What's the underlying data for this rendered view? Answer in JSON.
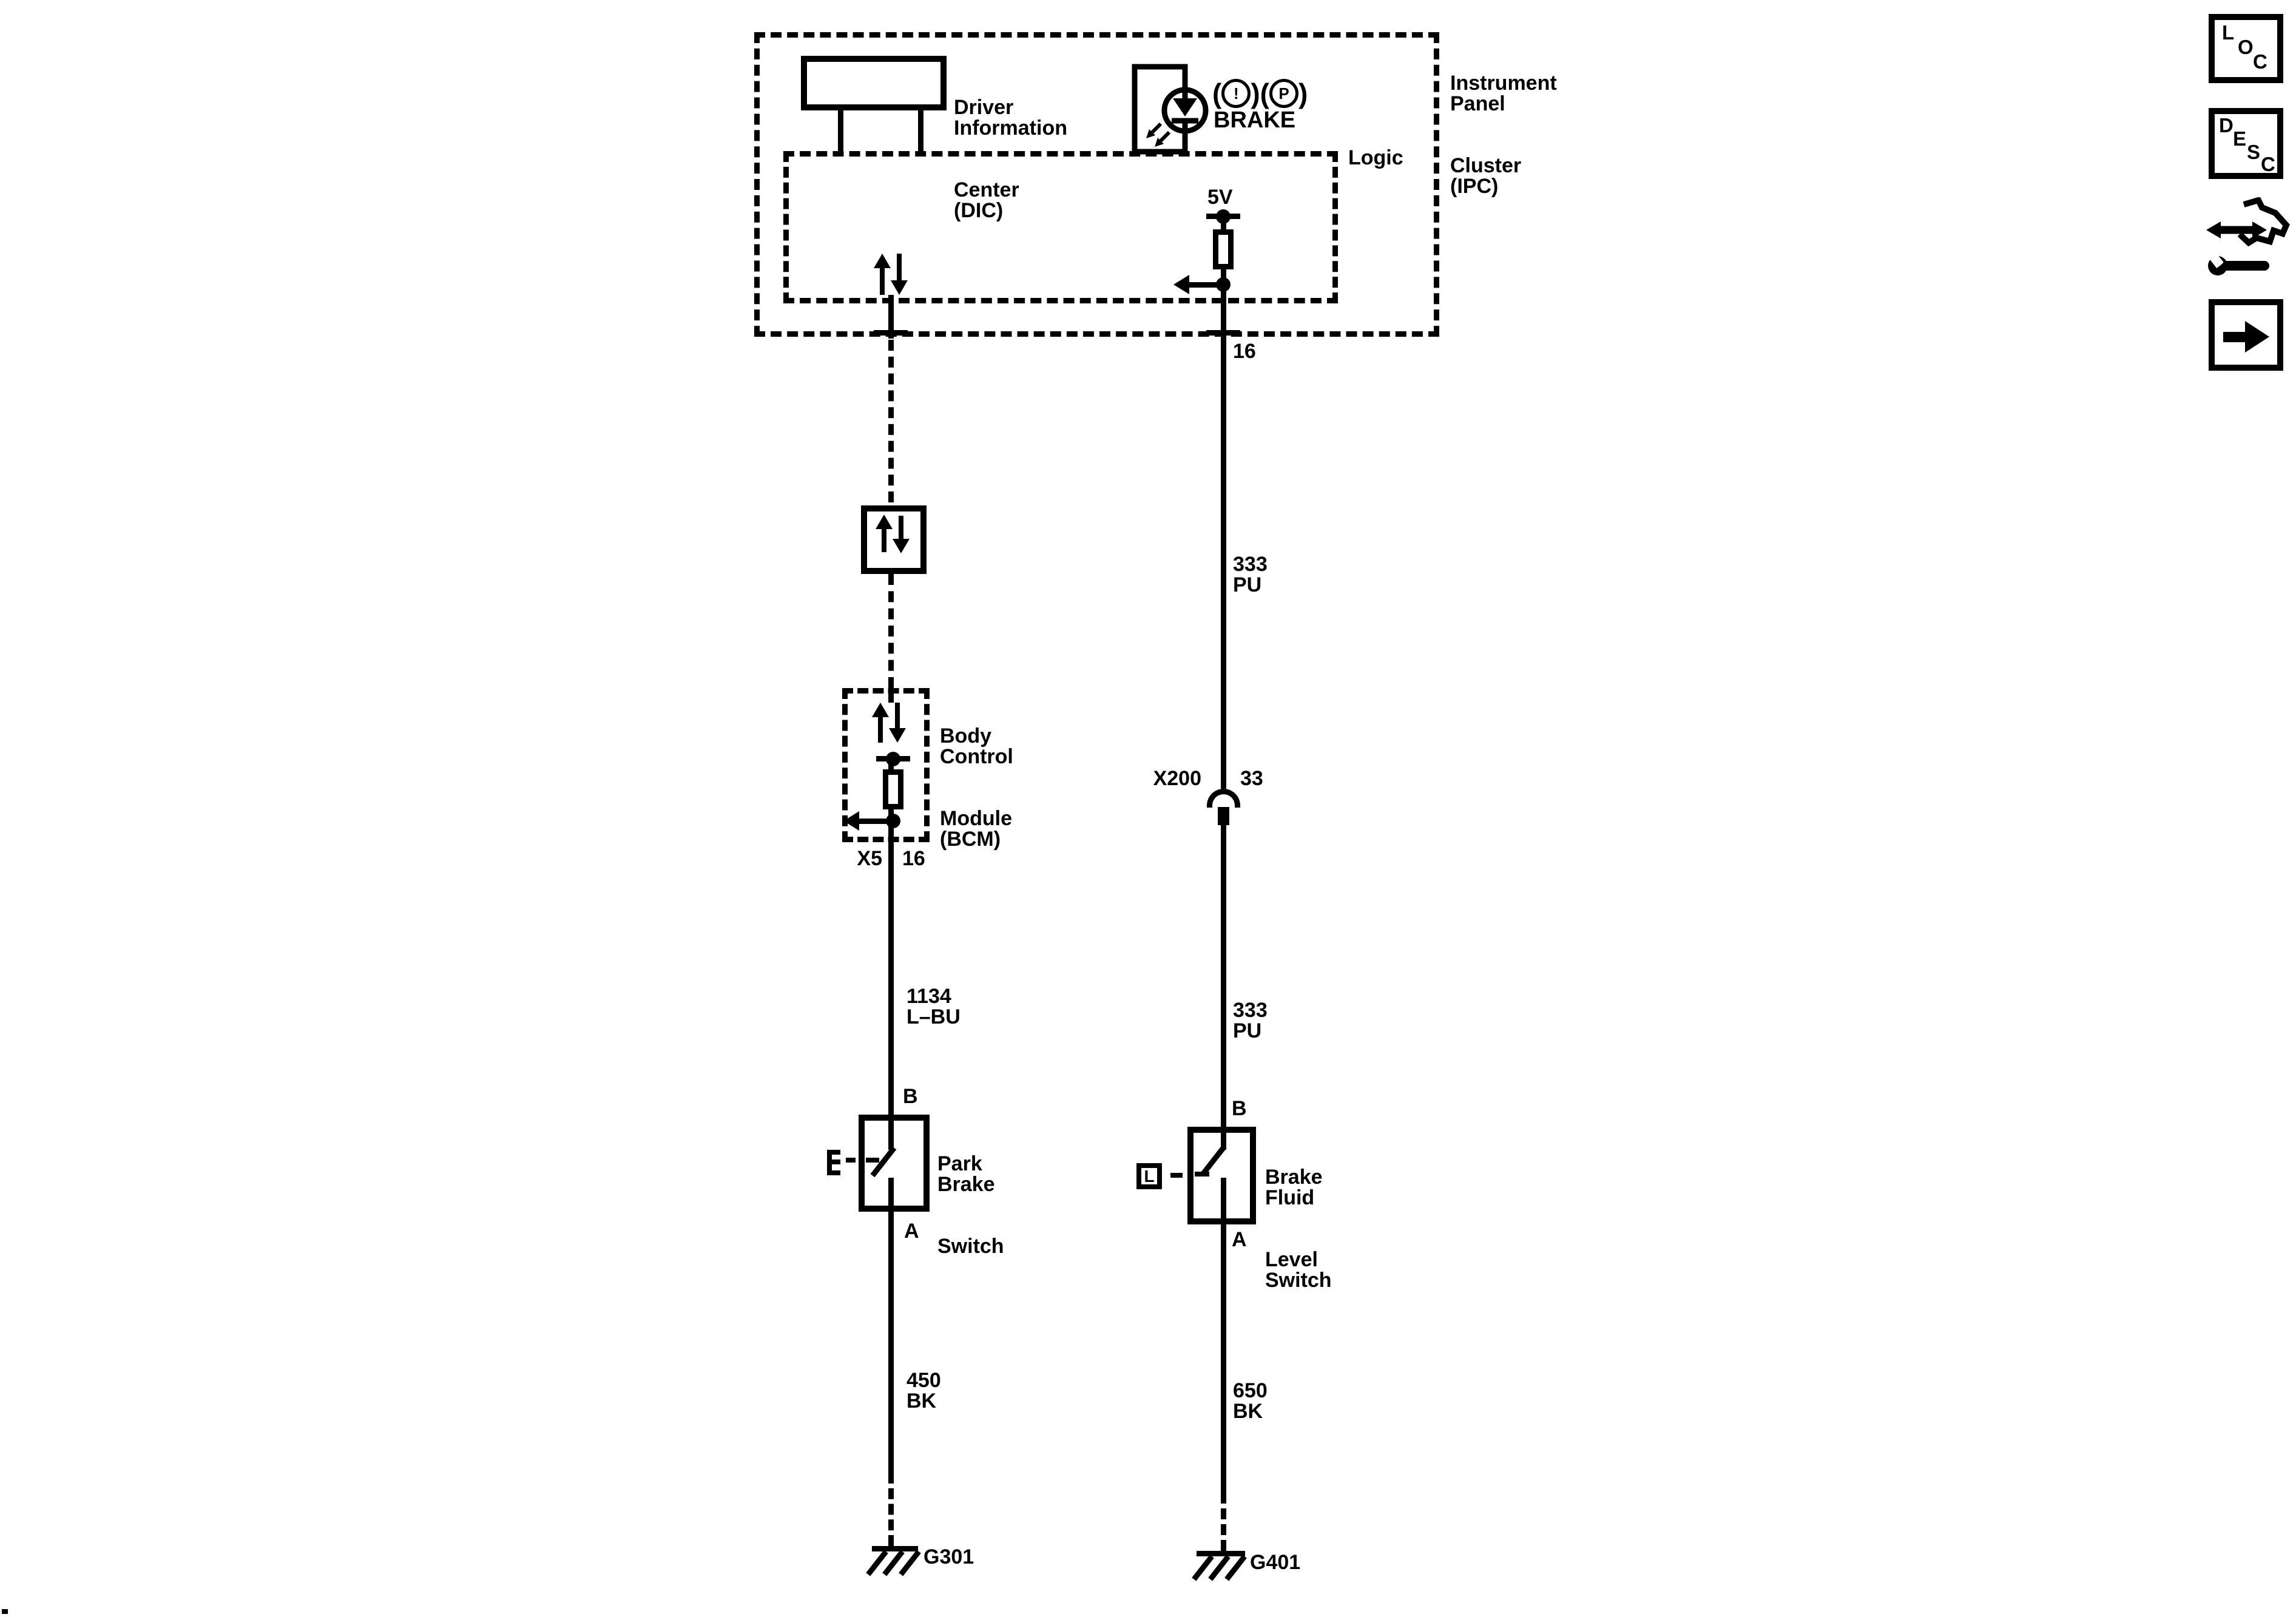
{
  "colors": {
    "ink": "#000000",
    "paper": "#ffffff"
  },
  "ipc": {
    "name_lines": [
      "Instrument",
      "Panel",
      "Cluster",
      "(IPC)"
    ],
    "logic_label": "Logic",
    "dic_lines": [
      "Driver",
      "Information",
      "Center",
      "(DIC)"
    ],
    "supply": "5V",
    "pin": "16",
    "telltales": {
      "open": "(",
      "close": ")",
      "exclaim": "!",
      "park": "P",
      "word": "BRAKE"
    }
  },
  "bcm": {
    "name_lines": [
      "Body",
      "Control",
      "Module",
      "(BCM)"
    ],
    "connector": "X5",
    "pin": "16"
  },
  "left_branch": {
    "wire_top": {
      "circuit": "1134",
      "color": "L–BU"
    },
    "switch": {
      "top_pin": "B",
      "bottom_pin": "A",
      "name_lines": [
        "Park",
        "Brake",
        "Switch"
      ]
    },
    "wire_bottom": {
      "circuit": "450",
      "color": "BK"
    },
    "ground": "G301"
  },
  "right_branch": {
    "wire_top": {
      "circuit": "333",
      "color": "PU"
    },
    "connector": {
      "name": "X200",
      "pin": "33"
    },
    "wire_mid": {
      "circuit": "333",
      "color": "PU"
    },
    "switch": {
      "top_pin": "B",
      "bottom_pin": "A",
      "name_lines": [
        "Brake",
        "Fluid",
        "Level",
        "Switch"
      ],
      "sensor": "L"
    },
    "wire_bottom": {
      "circuit": "650",
      "color": "BK"
    },
    "ground": "G401"
  },
  "toolbar": {
    "loc": [
      "L",
      "O",
      "C"
    ],
    "desc": [
      "D",
      "E",
      "S",
      "C"
    ]
  }
}
